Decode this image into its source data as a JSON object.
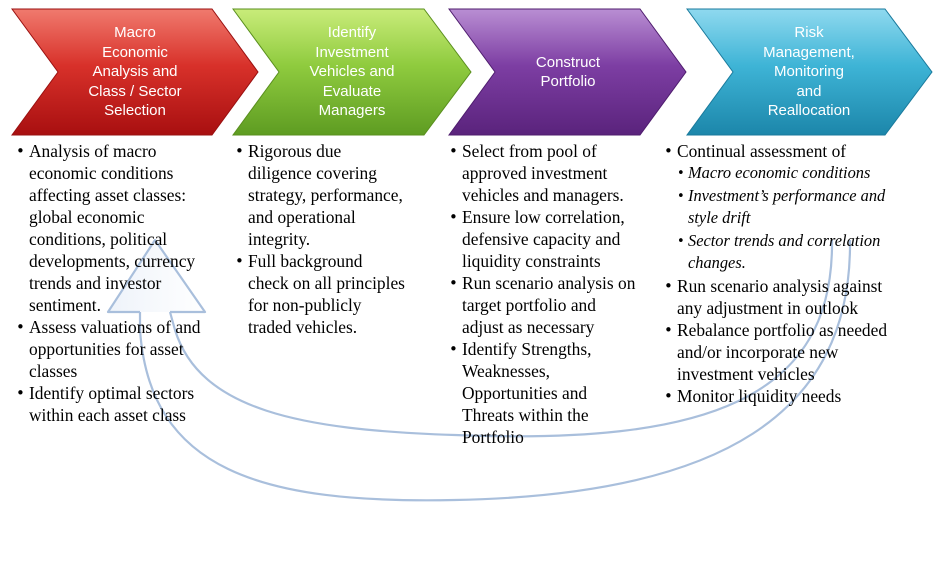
{
  "colors": {
    "stage1": "#cc2020",
    "stage2": "#86c23a",
    "stage3": "#7a3a9e",
    "stage4": "#2aa6c8",
    "cycle_arrow": "#a9bfdc"
  },
  "stages": [
    {
      "title": "Macro\nEconomic\nAnalysis and\nClass  / Sector\nSelection",
      "items": [
        {
          "text": "Analysis of macro economic conditions affecting asset classes: global economic conditions, political developments, currency trends and investor sentiment."
        },
        {
          "text": "Assess valuations of and opportunities for asset classes"
        },
        {
          "text": "Identify optimal sectors within each asset class"
        }
      ]
    },
    {
      "title": "Identify\nInvestment\nVehicles and\nEvaluate\nManagers",
      "items": [
        {
          "text": "Rigorous due diligence covering strategy, performance, and operational integrity."
        },
        {
          "text": "Full background check on all principles for non-publicly traded vehicles."
        }
      ]
    },
    {
      "title": "Construct\nPortfolio",
      "items": [
        {
          "text": "Select from pool of approved investment vehicles and managers."
        },
        {
          "text": "Ensure low correlation, defensive capacity and liquidity constraints"
        },
        {
          "text": "Run scenario analysis on target portfolio and adjust as necessary"
        },
        {
          "text": "Identify Strengths, Weaknesses, Opportunities and Threats within the Portfolio"
        }
      ]
    },
    {
      "title": "Risk\nManagement,\nMonitoring\nand\nReallocation",
      "items": [
        {
          "text": "Continual assessment of",
          "sub": [
            "Macro economic conditions",
            "Investment’s performance and style drift",
            "Sector trends and correlation changes."
          ]
        },
        {
          "text": "Run scenario analysis against any adjustment in outlook"
        },
        {
          "text": "Rebalance portfolio as needed and/or incorporate new investment vehicles"
        },
        {
          "text": "Monitor liquidity needs"
        }
      ]
    }
  ]
}
